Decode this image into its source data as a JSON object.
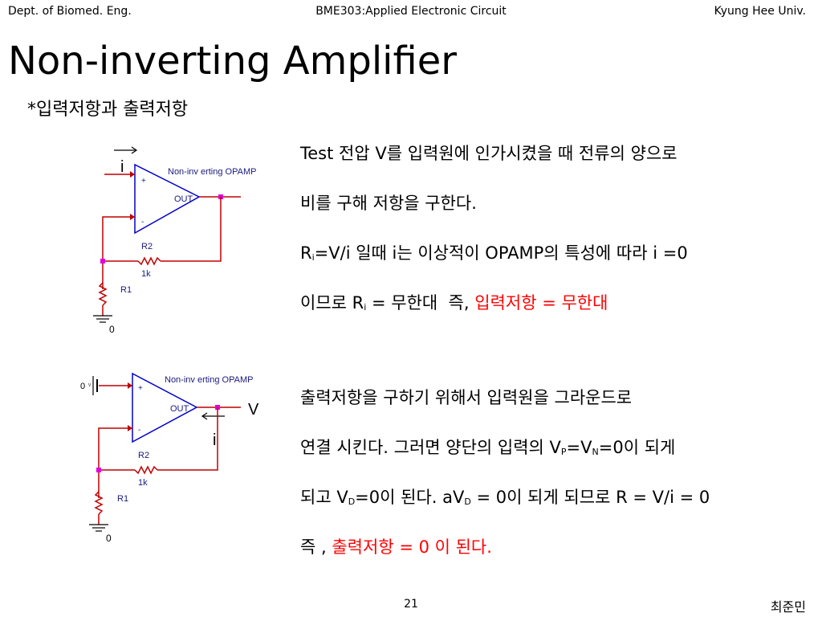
{
  "header": {
    "left": "Dept. of Biomed. Eng.",
    "center": "BME303:Applied Electronic Circuit",
    "right": "Kyung Hee Univ."
  },
  "title": "Non-inverting Amplifier",
  "subtitle": "*입력저항과 출력저항",
  "circuit1": {
    "opamp_label": "Non-inv erting OPAMP",
    "plus": "+",
    "minus": "-",
    "out": "OUT",
    "current": "i",
    "r2": "R2",
    "r2_value": "1k",
    "r1": "R1",
    "ground": "0"
  },
  "circuit2": {
    "opamp_label": "Non-inv erting OPAMP",
    "plus": "+",
    "minus": "-",
    "out": "OUT",
    "source": "0",
    "source_pol": "V",
    "voltage": "V",
    "current": "i",
    "r2": "R2",
    "r2_value": "1k",
    "r1": "R1",
    "ground": "0"
  },
  "para": {
    "p1": "Test 전압 V를 입력원에 인가시켰을 때 전류의 양으로",
    "p2": "비를 구해 저항을 구한다.",
    "p3a": "R",
    "p3b": "i",
    "p3c": "=V/i 일때 i는 이상적이 OPAMP의 특성에 따라 i =0",
    "p4a": "이므로 R",
    "p4b": "i",
    "p4c": " = 무한대  즉, ",
    "p4red": "입력저항 = 무한대",
    "p5": "출력저항을 구하기 위해서 입력원을 그라운드로",
    "p6a": "연결 시킨다. 그러면 양단의 입력의 V",
    "p6b": "P",
    "p6c": "=V",
    "p6d": "N",
    "p6e": "=0이 되게",
    "p7a": "되고 V",
    "p7b": "D",
    "p7c": "=0이 된다. aV",
    "p7d": "D",
    "p7e": " = 0이 되게 되므로 R = V/i = 0",
    "p8a": "즉 , ",
    "p8red": "출력저항 = 0 이 된다."
  },
  "footer": {
    "page": "21",
    "author": "최준민"
  },
  "colors": {
    "wire": "#c00000",
    "opamp": "#0000cc",
    "node": "#e000e0",
    "label": "#1a1a80",
    "highlight": "#ff0000"
  }
}
